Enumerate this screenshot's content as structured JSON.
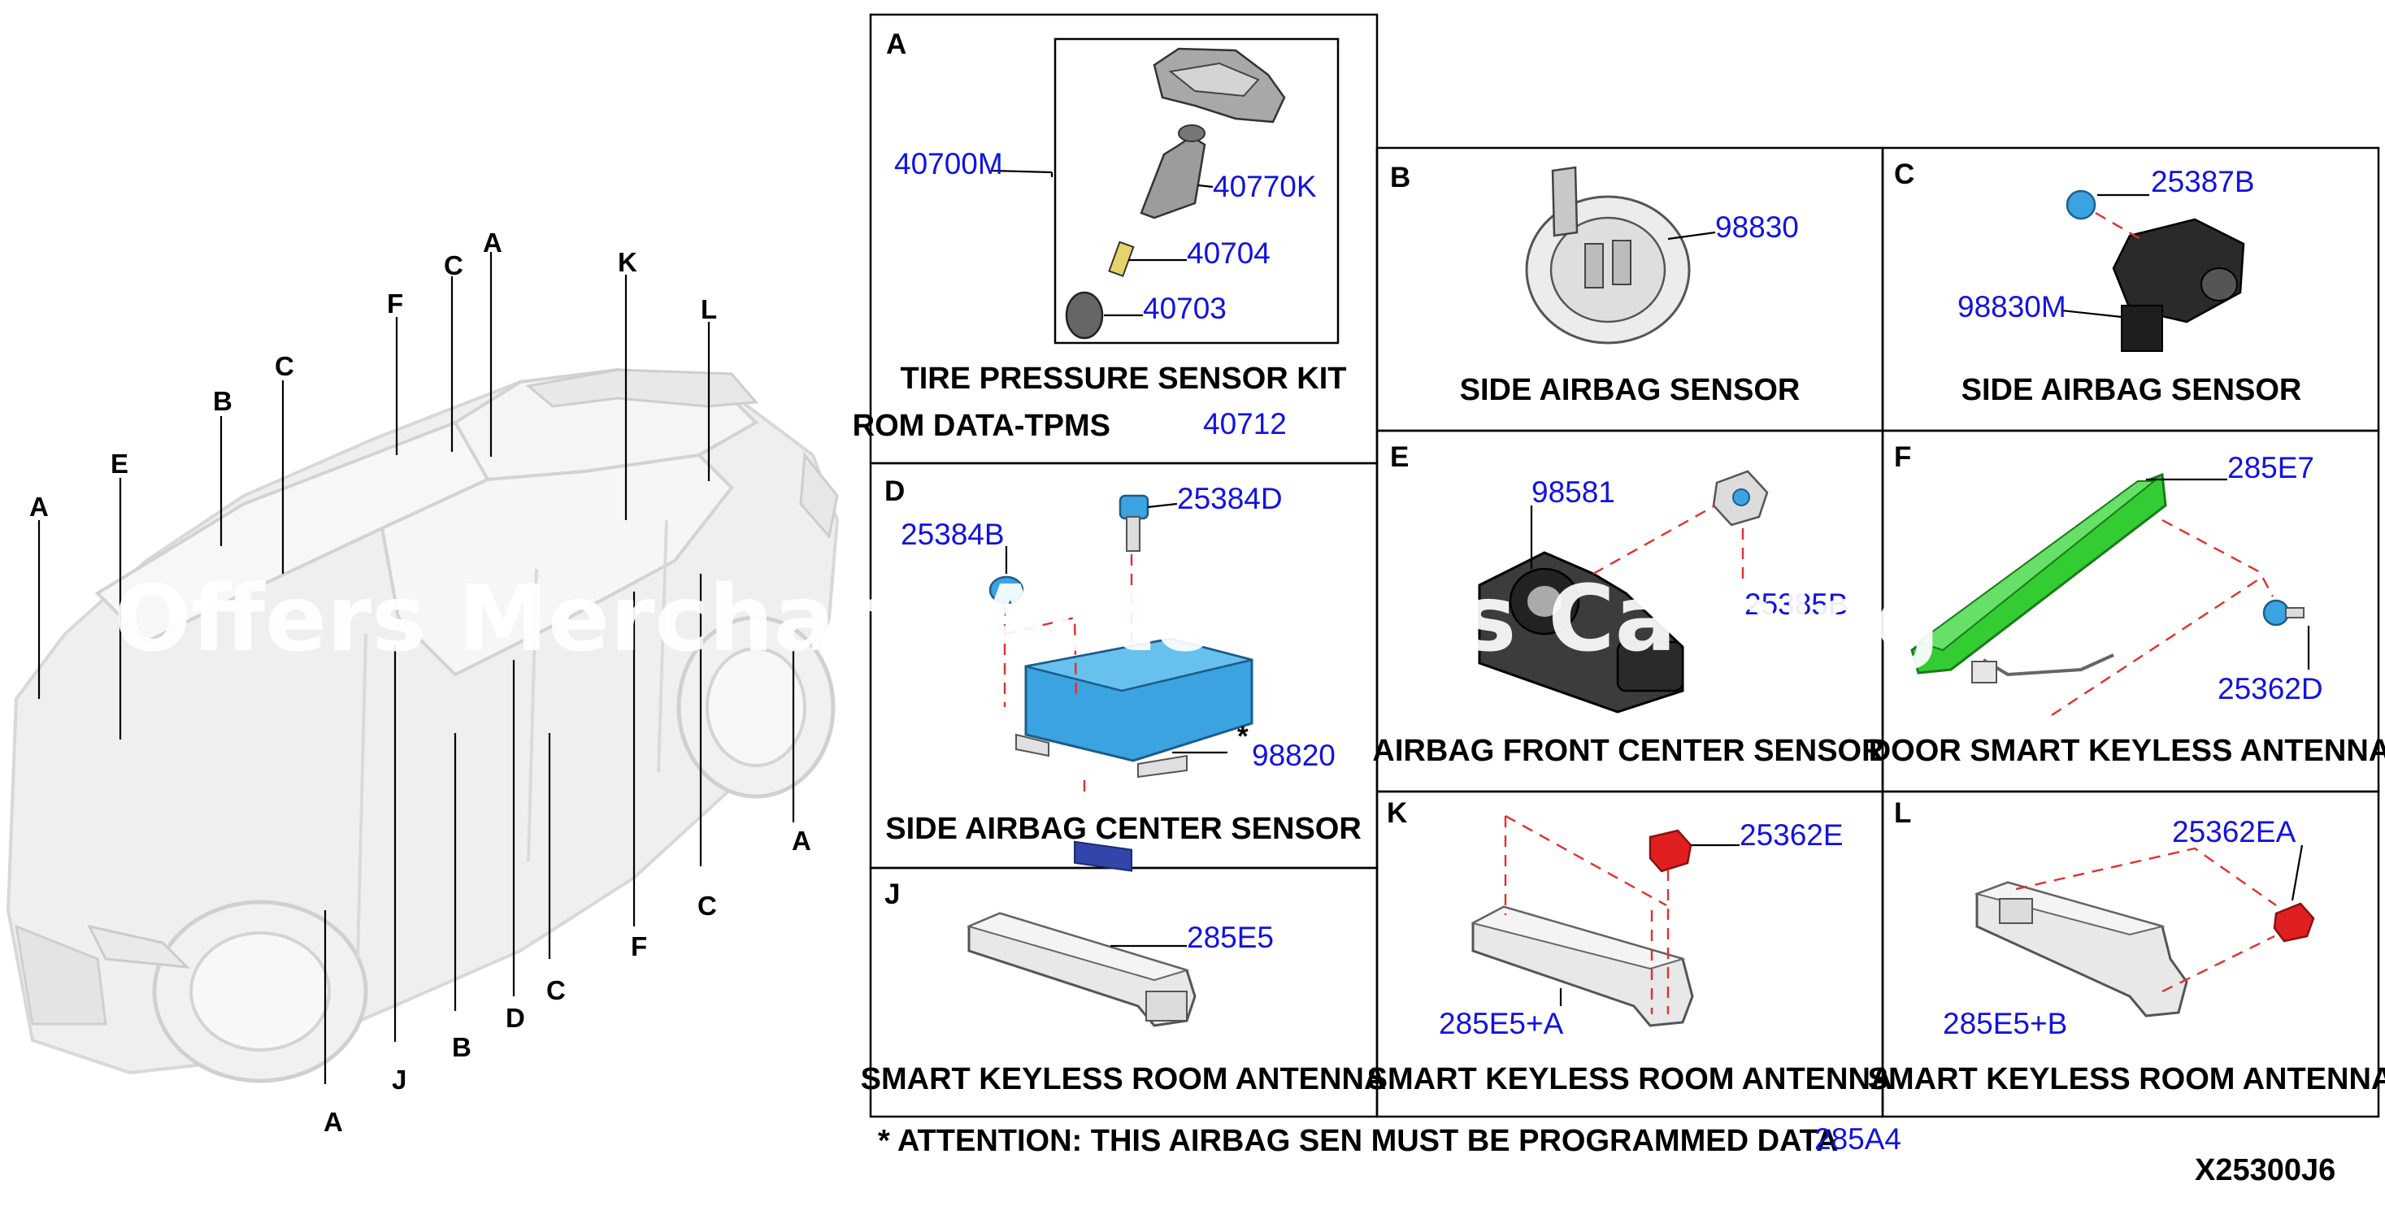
{
  "car_labels": [
    "A",
    "E",
    "B",
    "C",
    "F",
    "C",
    "A",
    "K",
    "L",
    "A",
    "D",
    "C",
    "F",
    "C",
    "B",
    "J",
    "A"
  ],
  "watermark": "Offers Merchant Auto Parts Catalog",
  "panels": {
    "A": {
      "letter": "A",
      "title_line1": "TIRE PRESSURE SENSOR KIT",
      "title_line2": "ROM DATA-TPMS",
      "title_code": "40712",
      "parts": [
        "40700M",
        "40770K",
        "40704",
        "40703"
      ]
    },
    "B": {
      "letter": "B",
      "title": "SIDE AIRBAG SENSOR",
      "parts": [
        "98830"
      ]
    },
    "C": {
      "letter": "C",
      "title": "SIDE AIRBAG SENSOR",
      "parts": [
        "25387B",
        "98830M"
      ]
    },
    "D": {
      "letter": "D",
      "title": "SIDE AIRBAG CENTER SENSOR",
      "parts": [
        "25384D",
        "25384B",
        "98820"
      ],
      "marker": "*"
    },
    "E": {
      "letter": "E",
      "title": "AIRBAG FRONT CENTER SENSOR",
      "parts": [
        "98581",
        "25385B"
      ]
    },
    "F": {
      "letter": "F",
      "title": "DOOR SMART KEYLESS ANTENNA",
      "parts": [
        "285E7",
        "25362D"
      ]
    },
    "J": {
      "letter": "J",
      "title": "SMART KEYLESS ROOM ANTENNA",
      "parts": [
        "285E5"
      ]
    },
    "K": {
      "letter": "K",
      "title": "SMART KEYLESS ROOM ANTENNA",
      "parts": [
        "25362E",
        "285E5+A"
      ]
    },
    "L": {
      "letter": "L",
      "title": "SMART KEYLESS ROOM ANTENNA",
      "parts": [
        "25362EA",
        "285E5+B"
      ]
    }
  },
  "footnote": {
    "text": "* ATTENTION: THIS AIRBAG SEN MUST BE PROGRAMMED DATA",
    "code": "285A4"
  },
  "diagram_id": "X25300J6",
  "colors": {
    "callout": "#1212e0",
    "dashed_link": "#e03030",
    "highlight_blue": "#3aa3e0",
    "highlight_green": "#33cc33",
    "highlight_red": "#e02020",
    "car_body": "#eeeeee"
  },
  "icons": [
    "tpms-sensor-icon",
    "airbag-sensor-icon",
    "airbag-control-unit-icon",
    "keyless-antenna-icon",
    "clip-icon",
    "bolt-icon"
  ]
}
